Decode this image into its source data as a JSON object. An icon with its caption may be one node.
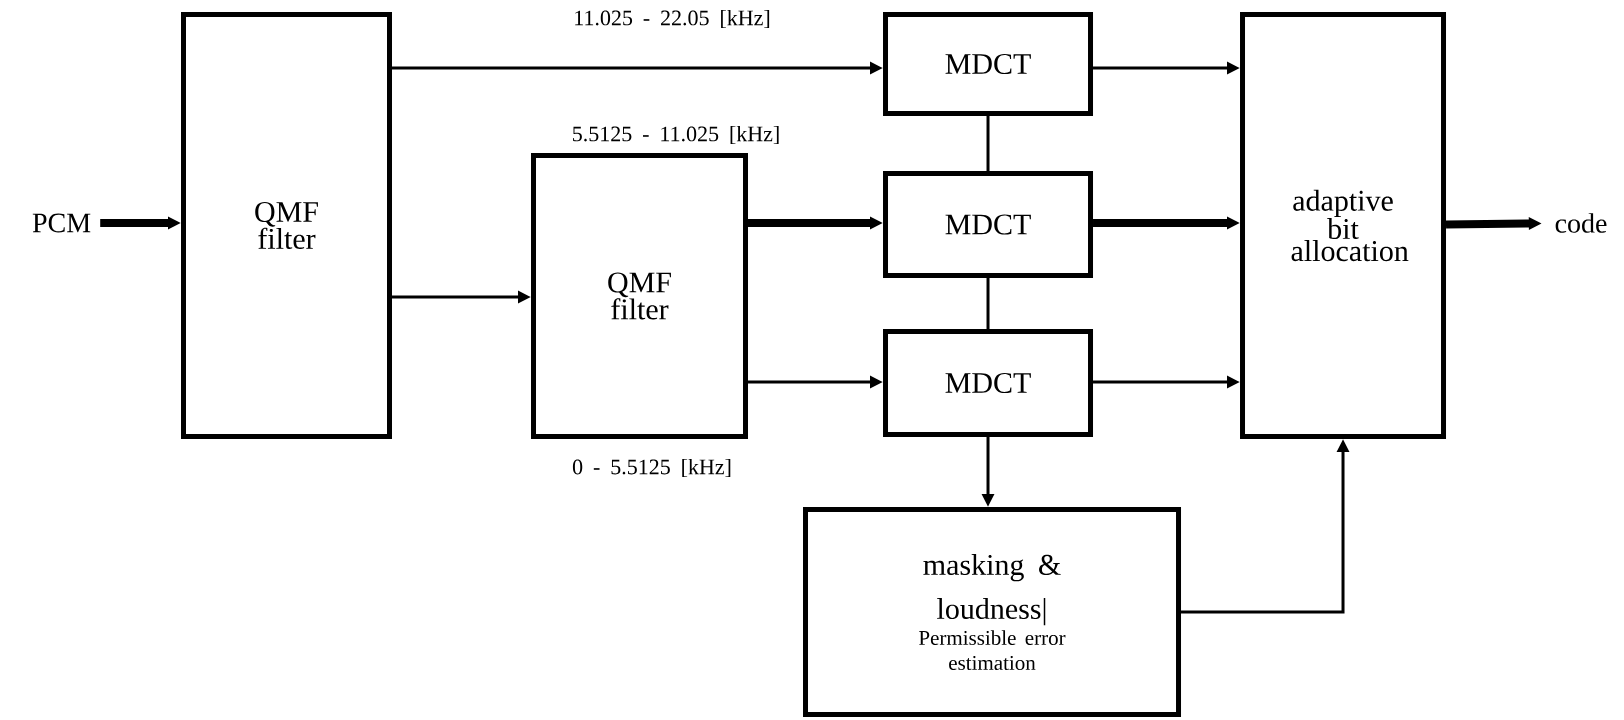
{
  "diagram": {
    "nodes": [
      {
        "text": [
          "PCM"
        ]
      },
      {
        "text": [
          "QMF filter"
        ]
      },
      {
        "text": [
          "QMF filter"
        ]
      },
      {
        "text": [
          "MDCT"
        ]
      },
      {
        "text": [
          "MDCT"
        ]
      },
      {
        "text": [
          "MDCT"
        ]
      },
      {
        "text": [
          "adaptive bit allocation"
        ]
      },
      {
        "text": [
          "masking & loudness|",
          "Permissible error estimation"
        ]
      },
      {
        "text": [
          "code"
        ]
      }
    ],
    "edges": [
      {
        "from": 0,
        "to": 1,
        "arrow": "to",
        "style": "thick"
      },
      {
        "from": 1,
        "to": 3,
        "arrow": "to",
        "label": "11.025 - 22.05 [kHz]"
      },
      {
        "from": 1,
        "to": 2,
        "arrow": "to"
      },
      {
        "from": 2,
        "to": 4,
        "arrow": "to",
        "style": "thick",
        "label": "5.5125 - 11.025 [kHz]"
      },
      {
        "from": 2,
        "to": 5,
        "arrow": "to",
        "label": "0 - 5.5125 [kHz]"
      },
      {
        "from": 3,
        "to": 4,
        "arrow": "none"
      },
      {
        "from": 4,
        "to": 5,
        "arrow": "none"
      },
      {
        "from": 3,
        "to": 6,
        "arrow": "to"
      },
      {
        "from": 4,
        "to": 6,
        "arrow": "to",
        "style": "thick"
      },
      {
        "from": 5,
        "to": 6,
        "arrow": "to"
      },
      {
        "from": 5,
        "to": 7,
        "arrow": "to"
      },
      {
        "from": 7,
        "to": 6,
        "arrow": "to"
      },
      {
        "from": 6,
        "to": 8,
        "arrow": "to",
        "style": "thick"
      }
    ]
  }
}
